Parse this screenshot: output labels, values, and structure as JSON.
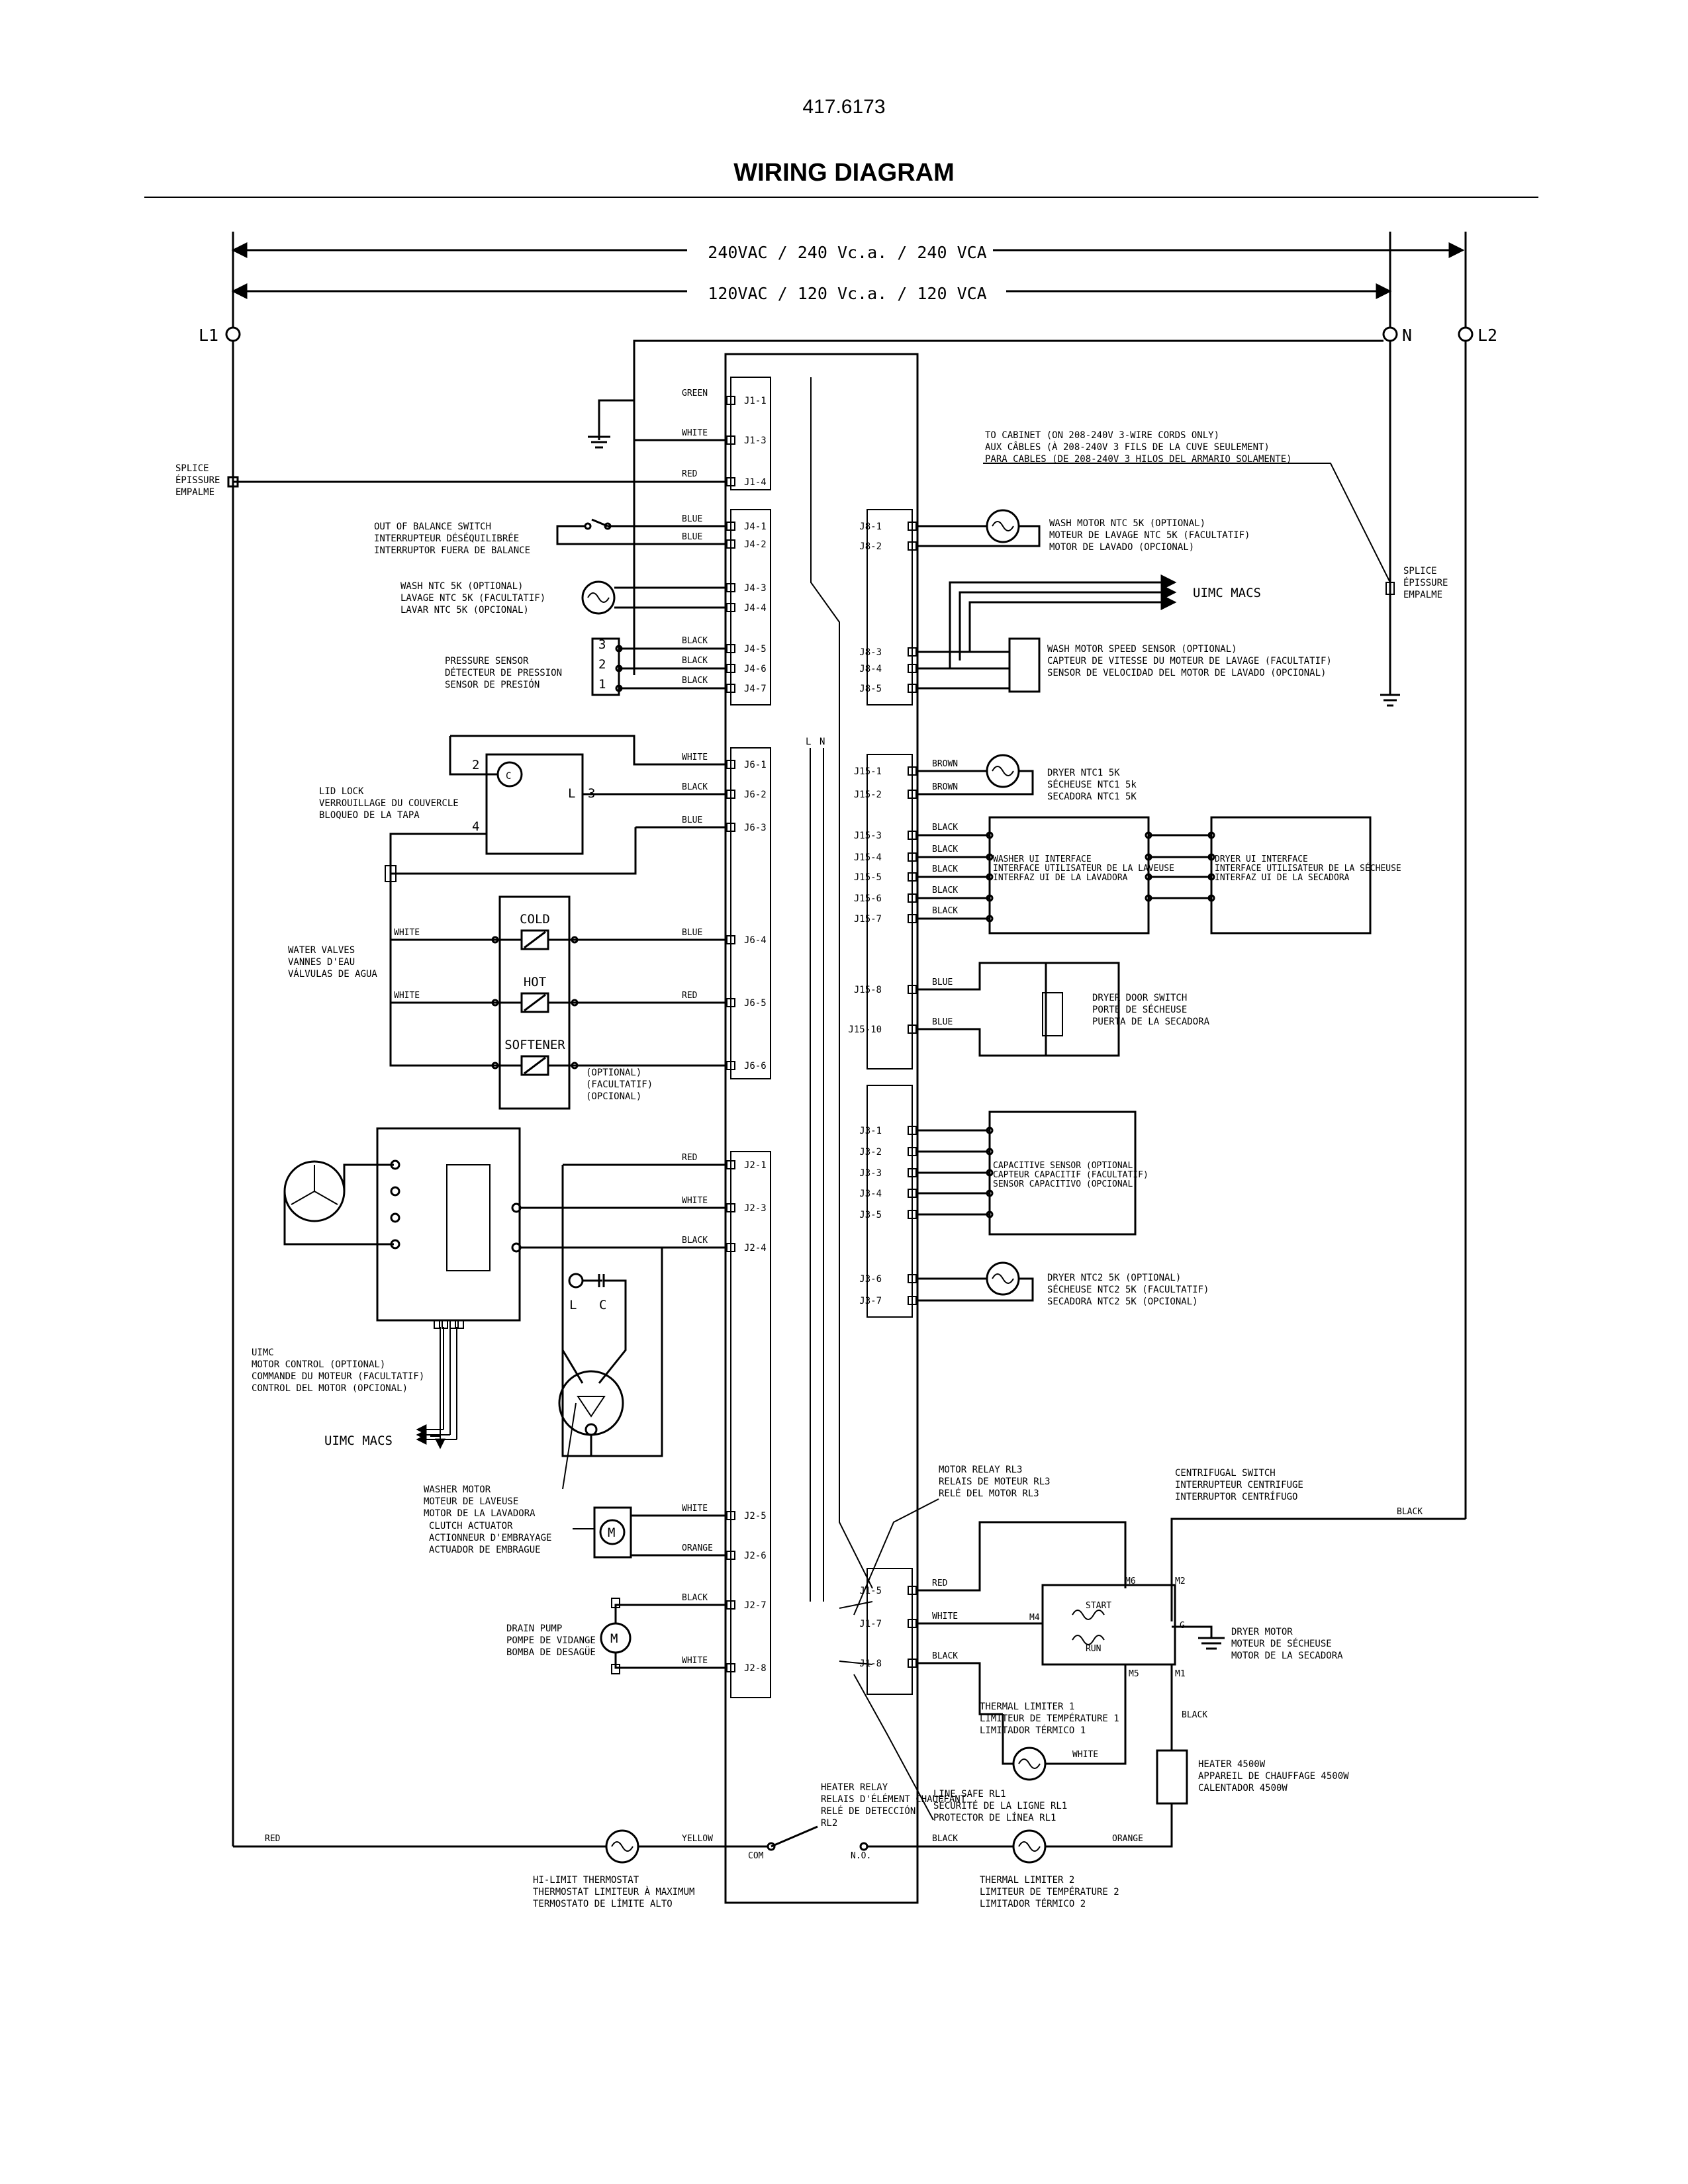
{
  "header": {
    "document_number": "417.6173",
    "title": "WIRING DIAGRAM"
  },
  "supply": {
    "v240": "240VAC / 240 Vc.a. / 240 VCA",
    "v120": "120VAC / 120 Vc.a. / 120 VCA",
    "l1": "L1",
    "n": "N",
    "l2": "L2"
  },
  "notes": {
    "cabinet": [
      "TO CABINET (ON 208-240V 3-WIRE CORDS ONLY)",
      "AUX CÂBLES (À 208-240V 3 FILS DE LA CUVE SEULEMENT)",
      "PARA CABLES (DE 208-240V 3 HILOS DEL ARMARIO SOLAMENTE)"
    ],
    "splice_left": [
      "SPLICE",
      "ÉPISSURE",
      "EMPALME"
    ],
    "splice_right": [
      "SPLICE",
      "ÉPISSURE",
      "EMPALME"
    ],
    "optional": [
      "(OPTIONAL)",
      "(FACULTATIF)",
      "(OPCIONAL)"
    ],
    "conductors": [
      "L",
      "N"
    ]
  },
  "connectors": {
    "j1": [
      "J1-1",
      "J1-3",
      "J1-4"
    ],
    "j4": [
      "J4-1",
      "J4-2",
      "J4-3",
      "J4-4",
      "J4-5",
      "J4-6",
      "J4-7"
    ],
    "j6": [
      "J6-1",
      "J6-2",
      "J6-3",
      "J6-4",
      "J6-5",
      "J6-6"
    ],
    "j2": [
      "J2-1",
      "J2-3",
      "J2-4",
      "J2-5",
      "J2-6",
      "J2-7",
      "J2-8"
    ],
    "j8": [
      "J8-1",
      "J8-2",
      "J8-3",
      "J8-4",
      "J8-5"
    ],
    "j15": [
      "J15-1",
      "J15-2",
      "J15-3",
      "J15-4",
      "J15-5",
      "J15-6",
      "J15-7",
      "J15-8",
      "J15-10"
    ],
    "j3": [
      "J3-1",
      "J3-2",
      "J3-3",
      "J3-4",
      "J3-5",
      "J3-6",
      "J3-7"
    ],
    "jr": [
      "J1-5",
      "J1-7",
      "J1-8"
    ]
  },
  "wire_colors": {
    "j1": [
      "GREEN",
      "WHITE",
      "RED"
    ],
    "j4": [
      "BLUE",
      "BLUE",
      "BLACK",
      "BLACK",
      "BLACK"
    ],
    "j6": [
      "WHITE",
      "BLACK",
      "BLUE",
      "BLUE",
      "RED"
    ],
    "valves_left": [
      "WHITE",
      "WHITE"
    ],
    "j2_top": [
      "RED",
      "WHITE",
      "BLACK"
    ],
    "j2_bottom": [
      "WHITE",
      "ORANGE",
      "BLACK",
      "WHITE"
    ],
    "j15": [
      "BROWN",
      "BROWN",
      "BLACK",
      "BLACK",
      "BLACK",
      "BLACK",
      "BLACK",
      "BLUE",
      "BLUE"
    ],
    "relay": [
      "RED",
      "WHITE",
      "BLACK"
    ],
    "heater_path": [
      "BLACK",
      "BLACK",
      "WHITE"
    ],
    "bottom": [
      "RED",
      "YELLOW",
      "BLACK",
      "ORANGE"
    ]
  },
  "components": {
    "balance_switch": [
      "OUT OF BALANCE SWITCH",
      "INTERRUPTEUR DÉSÉQUILIBRÉE",
      "INTERRUPTOR FUERA DE BALANCE"
    ],
    "wash_ntc": [
      "WASH NTC 5K (OPTIONAL)",
      "LAVAGE NTC 5K (FACULTATIF)",
      "LAVAR NTC 5K (OPCIONAL)"
    ],
    "pressure_sensor": [
      "PRESSURE SENSOR",
      "DÉTECTEUR DE PRESSION",
      "SENSOR DE PRESIÓN"
    ],
    "pressure_pins": [
      "1",
      "2",
      "3"
    ],
    "lid_lock": [
      "LID LOCK",
      "VERROUILLAGE DU COUVERCLE",
      "BLOQUEO DE LA TAPA"
    ],
    "lid_pins": [
      "2",
      "C",
      "L",
      "3",
      "4"
    ],
    "water_valves": [
      "WATER VALVES",
      "VANNES D'EAU",
      "VÁLVULAS DE AGUA"
    ],
    "valve_names": [
      "COLD",
      "HOT",
      "SOFTENER"
    ],
    "uimc": [
      "UIMC",
      "MOTOR CONTROL (OPTIONAL)",
      "COMMANDE DU MOTEUR (FACULTATIF)",
      "CONTROL DEL MOTOR (OPCIONAL)"
    ],
    "uimc_macs": "UIMC MACS",
    "motor_lc": [
      "L",
      "C"
    ],
    "washer_motor": [
      "WASHER MOTOR",
      "MOTEUR DE LAVEUSE",
      "MOTOR DE LA LAVADORA"
    ],
    "clutch": [
      "CLUTCH ACTUATOR",
      "ACTIONNEUR D'EMBRAYAGE",
      "ACTUADOR DE EMBRAGUE"
    ],
    "drain_pump": [
      "DRAIN PUMP",
      "POMPE DE VIDANGE",
      "BOMBA DE DESAGÜE"
    ],
    "motor_letter": "M",
    "wash_motor_ntc": [
      "WASH MOTOR NTC 5K (OPTIONAL)",
      "MOTEUR DE LAVAGE NTC 5K (FACULTATIF)",
      "MOTOR DE LAVADO (OPCIONAL)"
    ],
    "uimc_macs_right": "UIMC MACS",
    "speed_sensor": [
      "WASH MOTOR SPEED SENSOR (OPTIONAL)",
      "CAPTEUR DE VITESSE DU MOTEUR DE LAVAGE (FACULTATIF)",
      "SENSOR DE VELOCIDAD DEL MOTOR DE LAVADO (OPCIONAL)"
    ],
    "dryer_ntc1": [
      "DRYER NTC1 5K",
      "SÉCHEUSE NTC1 5k",
      "SECADORA NTC1 5K"
    ],
    "washer_ui": [
      "WASHER UI INTERFACE",
      "INTERFACE UTILISATEUR DE LA LAVEUSE",
      "INTERFAZ UI DE LA LAVADORA"
    ],
    "dryer_ui": [
      "DRYER UI INTERFACE",
      "INTERFACE UTILISATEUR DE LA SÉCHEUSE",
      "INTERFAZ UI DE LA SECADORA"
    ],
    "door_switch": [
      "DRYER DOOR SWITCH",
      "PORTE DE SÉCHEUSE",
      "PUERTA DE LA SECADORA"
    ],
    "capacitive": [
      "CAPACITIVE SENSOR (OPTIONAL)",
      "CAPTEUR CAPACITIF (FACULTATIF)",
      "SENSOR CAPACITIVO (OPCIONAL)"
    ],
    "dryer_ntc2": [
      "DRYER NTC2 5K (OPTIONAL)",
      "SÉCHEUSE NTC2 5K (FACULTATIF)",
      "SECADORA NTC2 5K (OPCIONAL)"
    ],
    "motor_relay": [
      "MOTOR RELAY RL3",
      "RELAIS DE MOTEUR RL3",
      "RELÉ DEL MOTOR RL3"
    ],
    "centrifugal": [
      "CENTRIFUGAL SWITCH",
      "INTERRUPTEUR CENTRIFUGE",
      "INTERRUPTOR CENTRÍFUGO"
    ],
    "dryer_motor": [
      "DRYER MOTOR",
      "MOTEUR DE SÉCHEUSE",
      "MOTOR DE LA SECADORA"
    ],
    "motor_terminals": [
      "M6",
      "M2",
      "M4",
      "M5",
      "M1",
      "G"
    ],
    "winding": [
      "START",
      "RUN"
    ],
    "thermal_limiter1": [
      "THERMAL LIMITER 1",
      "LIMITEUR DE TEMPÉRATURE 1",
      "LIMITADOR TÉRMICO 1"
    ],
    "heater": [
      "HEATER 4500W",
      "APPAREIL DE CHAUFFAGE 4500W",
      "CALENTADOR 4500W"
    ],
    "line_safe": [
      "LINE SAFE RL1",
      "SÉCURITÉ DE LA LIGNE RL1",
      "PROTECTOR DE LÍNEA RL1"
    ],
    "heater_relay": [
      "HEATER RELAY",
      "RELAIS D'ÉLÉMENT CHAUFFANT",
      "RELÉ DE DETECCIÓN",
      "RL2"
    ],
    "relay_terms": [
      "COM",
      "N.O."
    ],
    "hi_limit": [
      "HI-LIMIT THERMOSTAT",
      "THERMOSTAT LIMITEUR À MAXIMUM",
      "TERMOSTATO DE LÍMITE ALTO"
    ],
    "thermal_limiter2": [
      "THERMAL LIMITER 2",
      "LIMITEUR DE TEMPÉRATURE 2",
      "LIMITADOR TÉRMICO 2"
    ]
  }
}
